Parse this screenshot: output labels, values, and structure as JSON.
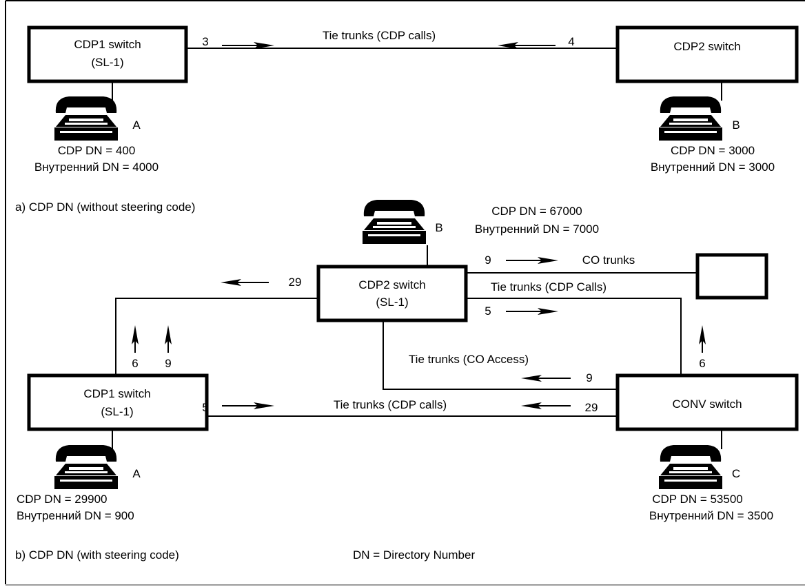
{
  "part_a": {
    "caption": "a) CDP DN (without steering code)",
    "cdp1_switch": {
      "line1": "CDP1 switch",
      "line2": "(SL-1)"
    },
    "cdp2_switch": {
      "line1": "CDP2 switch"
    },
    "tie_label": "Tie trunks (CDP calls)",
    "code_left": "3",
    "code_right": "4",
    "phone_a": {
      "letter": "A",
      "cdp_dn": "CDP DN = 400",
      "internal_dn": "Внутренний DN = 4000"
    },
    "phone_b": {
      "letter": "B",
      "cdp_dn": "CDP DN = 3000",
      "internal_dn": "Внутренний DN = 3000"
    }
  },
  "part_b": {
    "caption": "b) CDP DN (with steering code)",
    "legend": "DN = Directory Number",
    "cdp2_switch": {
      "line1": "CDP2 switch",
      "line2": "(SL-1)"
    },
    "cdp1_switch": {
      "line1": "CDP1 switch",
      "line2": "(SL-1)"
    },
    "conv_switch": {
      "line1": "CONV switch"
    },
    "phone_b": {
      "letter": "B",
      "cdp_dn": "CDP DN = 67000",
      "internal_dn": "Внутренний DN = 7000"
    },
    "phone_a": {
      "letter": "A",
      "cdp_dn": "CDP DN = 29900",
      "internal_dn": "Внутренний DN = 900"
    },
    "phone_c": {
      "letter": "C",
      "cdp_dn": "CDP DN = 53500",
      "internal_dn": "Внутренний DN = 3500"
    },
    "co_trunks_label": "CO trunks",
    "tie_top_label": "Tie trunks (CDP Calls)",
    "tie_co_access_label": "Tie trunks (CO Access)",
    "tie_bottom_label": "Tie trunks (CDP calls)",
    "code_29_top": "29",
    "code_9_co": "9",
    "code_5_top": "5",
    "code_6_left": "6",
    "code_9_left": "9",
    "code_6_right": "6",
    "code_9_access": "9",
    "code_29_bottom": "29",
    "code_5_bottom": "5"
  }
}
